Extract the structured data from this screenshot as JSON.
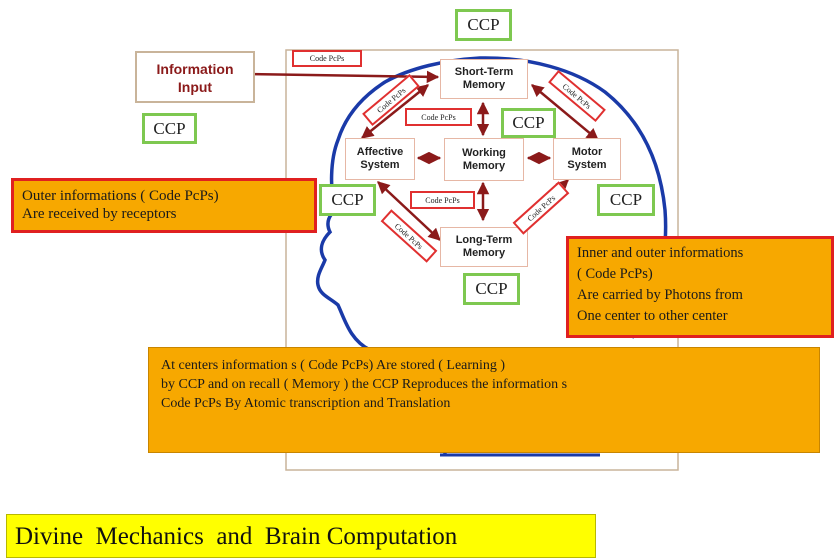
{
  "diagram": {
    "ccp_label": "CCP",
    "code_label": "Code PcPs",
    "information_input": "Information\nInput",
    "centers": {
      "short_term": "Short-Term\nMemory",
      "working": "Working\nMemory",
      "long_term": "Long-Term\nMemory",
      "affective": "Affective\nSystem",
      "motor": "Motor\nSystem"
    },
    "notes": {
      "outer": "Outer informations  ( Code PcPs)\nAre received by receptors",
      "inner": "Inner  and outer informations\n( Code PcPs)\nAre   carried by  Photons from\nOne  center to other center",
      "centers": "At  centers    information s  ( Code PcPs) Are  stored  ( Learning )\n by  CCP and on recall ( Memory )  the  CCP  Reproduces  the information s\nCode PcPs  By Atomic transcription and Translation"
    },
    "footer_title": "Divine  Mechanics  and  Brain Computation"
  },
  "colors": {
    "ccp_border": "#7ec850",
    "code_border": "#e03030",
    "arrow": "#8b1a1a",
    "head_outline": "#1a3aa8",
    "note_fill": "#f7a800",
    "footer_fill": "#ffff00"
  }
}
